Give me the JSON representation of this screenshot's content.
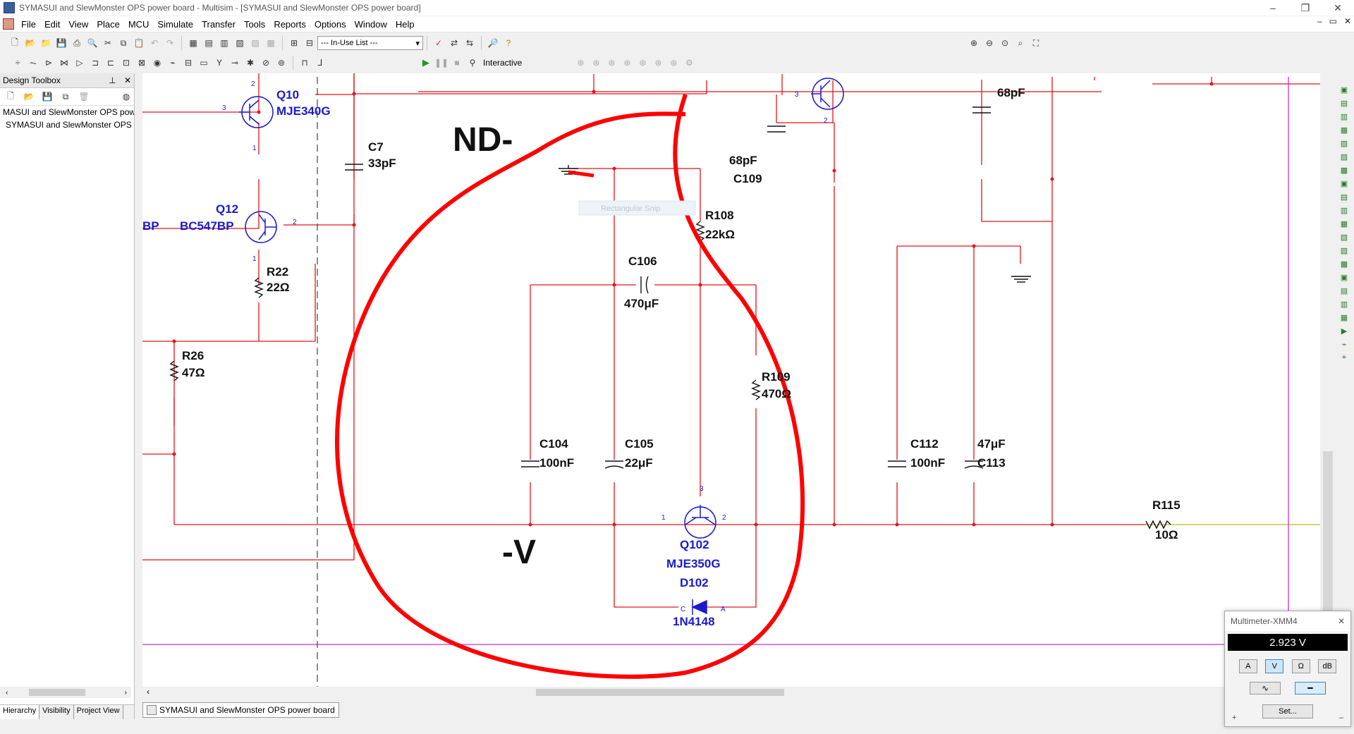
{
  "window": {
    "title": "SYMASUI and SlewMonster OPS power board - Multisim - [SYMASUI and SlewMonster OPS power board]",
    "controls": [
      "–",
      "❐",
      "✕"
    ]
  },
  "menu": {
    "items": [
      "File",
      "Edit",
      "View",
      "Place",
      "MCU",
      "Simulate",
      "Transfer",
      "Tools",
      "Reports",
      "Options",
      "Window",
      "Help"
    ],
    "mdi_controls": [
      "–",
      "▭",
      "✕"
    ]
  },
  "toolbar": {
    "in_use_list": "--- In-Use List ---",
    "interactive_label": "Interactive"
  },
  "design_toolbox": {
    "title": "Design Toolbox",
    "pin": "⊥",
    "close": "✕",
    "items": [
      "MASUI and SlewMonster OPS pow",
      "SYMASUI and SlewMonster OPS p"
    ],
    "tabs": [
      "Hierarchy",
      "Visibility",
      "Project View"
    ]
  },
  "schematic": {
    "sheet_marks": {
      "left": "‹",
      "right": "›"
    },
    "components": {
      "q10_ref": "Q10",
      "q10_val": "MJE340G",
      "q12_ref": "Q12",
      "q12_val": "BC547BP",
      "bp_frag": "BP",
      "r22_ref": "R22",
      "r22_val": "22Ω",
      "r26_ref": "R26",
      "r26_val": "47Ω",
      "c7_ref": "C7",
      "c7_val": "33pF",
      "c109_val": "68pF",
      "c109_ref": "C109",
      "c_top_val": "68pF",
      "r108_ref": "R108",
      "r108_val": "22kΩ",
      "c106_ref": "C106",
      "c106_val": "470μF",
      "r109_ref": "R109",
      "r109_val": "470Ω",
      "c104_ref": "C104",
      "c104_val": "100nF",
      "c105_ref": "C105",
      "c105_val": "22μF",
      "q102_ref": "Q102",
      "q102_val": "MJE350G",
      "d102_ref": "D102",
      "d102_val": "1N4148",
      "c112_ref": "C112",
      "c112_val": "100nF",
      "c113_val": "47μF",
      "c113_ref": "C113",
      "r115_ref": "R115",
      "r115_val": "10Ω"
    },
    "pins": {
      "p3": "3",
      "p2": "2",
      "p1": "1",
      "c": "C",
      "a": "A"
    },
    "annotations": {
      "nd": "ND-",
      "v": "-V"
    },
    "ghost_text": "Rectangular Snip",
    "colors": {
      "wire": "#e4141b",
      "component": "#1a1acf",
      "text": "#111111",
      "annotation": "#ff0000",
      "magenta": "#cc33cc",
      "olive": "#b9b92a"
    }
  },
  "document_tab": "SYMASUI and SlewMonster OPS power board",
  "multimeter": {
    "title": "Multimeter-XMM4",
    "close": "✕",
    "reading": "2.923 V",
    "modes": [
      "A",
      "V",
      "Ω",
      "dB"
    ],
    "active_mode": "V",
    "set_label": "Set...",
    "terminal_plus": "+",
    "terminal_minus": "–"
  }
}
